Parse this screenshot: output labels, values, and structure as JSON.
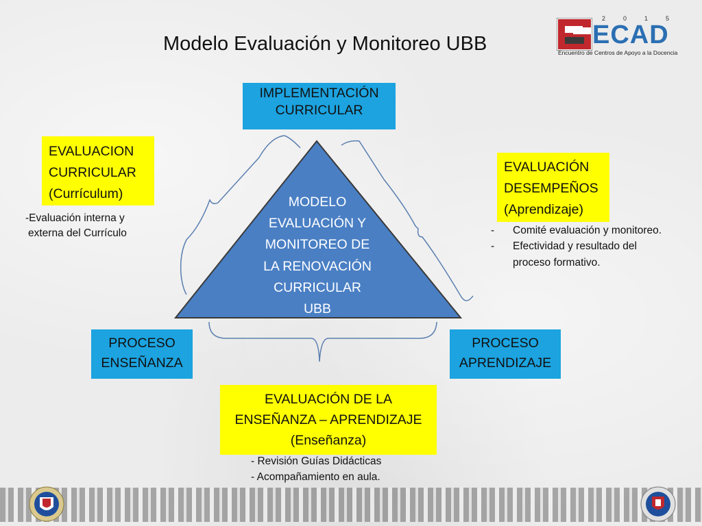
{
  "title": "Modelo Evaluación y Monitoreo UBB",
  "logo": {
    "name": "ECAD",
    "year_digits": [
      "2",
      "0",
      "1",
      "5"
    ],
    "subtitle": "Encuentro de Centros de Apoyo a la Docencia"
  },
  "colors": {
    "blue_box": "#1ca3e0",
    "yellow_box": "#ffff00",
    "triangle": "#4a7fc4"
  },
  "implementacion": {
    "line1": "IMPLEMENTACIÓN",
    "line2": "CURRICULAR"
  },
  "evaluacion_curricular": {
    "line1": "EVALUACION",
    "line2": "CURRICULAR",
    "line3": "(Currículum)",
    "note_line1": "-Evaluación interna y",
    "note_line2": "externa del Currículo"
  },
  "evaluacion_desempenos": {
    "line1": "EVALUACIÓN",
    "line2": "DESEMPEÑOS",
    "line3": "(Aprendizaje)",
    "bullets": [
      "Comité evaluación y monitoreo.",
      "Efectividad y resultado del"
    ],
    "bullet_continuation": "proceso formativo."
  },
  "triangle": {
    "lines": [
      "MODELO",
      "EVALUACIÓN Y",
      "MONITOREO DE",
      "LA RENOVACIÓN",
      "CURRICULAR",
      "UBB"
    ]
  },
  "proceso_ensenanza": {
    "line1": "PROCESO",
    "line2": "ENSEÑANZA"
  },
  "proceso_aprendizaje": {
    "line1": "PROCESO",
    "line2": "APRENDIZAJE"
  },
  "evaluacion_ensenanza": {
    "line1": "EVALUACIÓN DE LA",
    "line2": "ENSEÑANZA – APRENDIZAJE",
    "line3": "(Enseñanza)",
    "notes": [
      "- Revisión Guías Didácticas",
      "- Acompañamiento en aula."
    ]
  }
}
